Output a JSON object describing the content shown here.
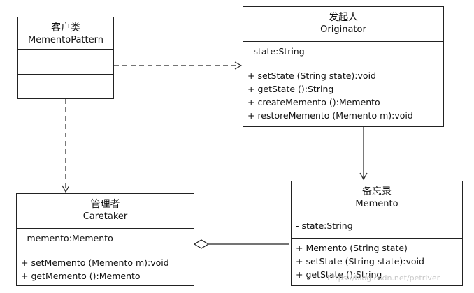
{
  "classes": {
    "client": {
      "name_cn": "客户类",
      "name_en": "MementoPattern",
      "attributes": [],
      "operations": []
    },
    "originator": {
      "name_cn": "发起人",
      "name_en": "Originator",
      "attributes": [
        "- state:String"
      ],
      "operations": [
        "+ setState (String state):void",
        "+ getState ():String",
        "+ createMemento ():Memento",
        "+ restoreMemento (Memento m):void"
      ]
    },
    "caretaker": {
      "name_cn": "管理者",
      "name_en": "Caretaker",
      "attributes": [
        "- memento:Memento"
      ],
      "operations": [
        "+ setMemento (Memento m):void",
        "+ getMemento ():Memento"
      ]
    },
    "memento": {
      "name_cn": "备忘录",
      "name_en": "Memento",
      "attributes": [
        "- state:String"
      ],
      "operations": [
        "+ Memento (String state)",
        "+ setState (String state):void",
        "+ getState ():String"
      ]
    }
  },
  "relations": [
    {
      "from": "client",
      "to": "originator",
      "kind": "dependency"
    },
    {
      "from": "client",
      "to": "caretaker",
      "kind": "dependency"
    },
    {
      "from": "originator",
      "to": "memento",
      "kind": "association"
    },
    {
      "from": "caretaker",
      "to": "memento",
      "kind": "aggregation"
    }
  ],
  "watermark": "https://blog.csdn.net/petriver"
}
